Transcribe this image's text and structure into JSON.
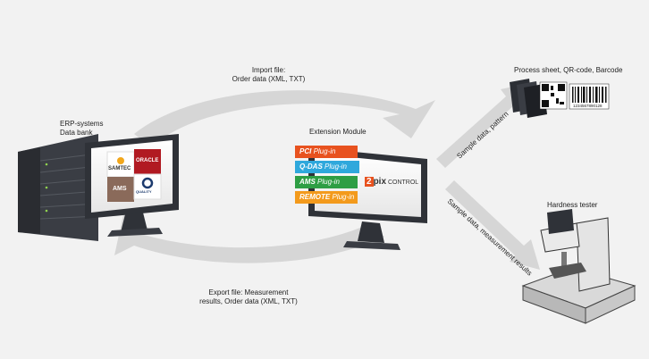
{
  "labels": {
    "import": "Import file:\nOrder data (XML, TXT)",
    "export": "Export file: Measurement\nresults, Order data (XML, TXT)",
    "erp": "ERP-systems\nData bank",
    "extension": "Extension Module",
    "process": "Process sheet, QR-code, Barcode",
    "hardness": "Hardness tester",
    "sample_pattern": "Sample data, pattern",
    "sample_results": "Sample data, measurement results",
    "barcode_number": "1234567890128"
  },
  "plugins": [
    {
      "name": "PCI",
      "suffix": " Plug-in",
      "color": "#e8521f"
    },
    {
      "name": "Q-DAS",
      "suffix": " Plug-in",
      "color": "#2fa8dc"
    },
    {
      "name": "AMS",
      "suffix": " Plug-in",
      "color": "#2e9e44"
    },
    {
      "name": "REMOTE",
      "suffix": " Plug-in",
      "color": "#f39a1c"
    }
  ],
  "erp_logos": {
    "tile1": "SAMTEC",
    "tile2": "ORACLE",
    "tile3": "AMS",
    "tile4": "QUALITY"
  },
  "qpix": {
    "text": "pix",
    "suffix": " CONTROL",
    "mark": "2"
  }
}
